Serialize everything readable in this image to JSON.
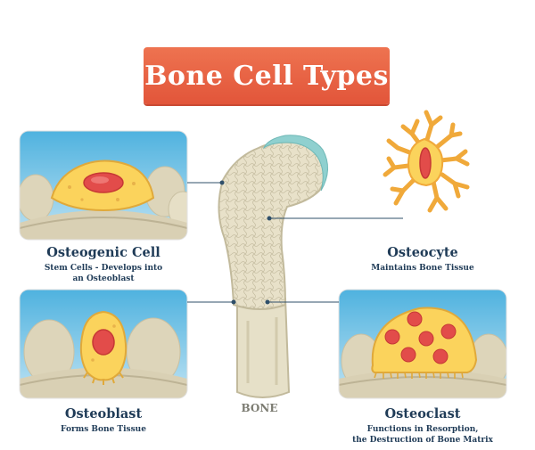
{
  "title": "Bone Cell Types",
  "bone_label": "BONE",
  "cells": [
    {
      "name": "Osteogenic Cell",
      "desc": [
        "Stem Cells - Develops into",
        "an Osteoblast"
      ]
    },
    {
      "name": "Osteocyte",
      "desc": [
        "Maintains Bone Tissue"
      ]
    },
    {
      "name": "Osteoblast",
      "desc": [
        "Forms Bone Tissue"
      ]
    },
    {
      "name": "Osteoclast",
      "desc": [
        "Functions in Resorption,",
        "the Destruction of Bone Matrix"
      ]
    }
  ],
  "colors": {
    "banner": "#e2553a",
    "label_text": "#1f3b57",
    "panel_sky": "#58b6e0",
    "bone": "#e6e0c8",
    "cell_body": "#fbd35c",
    "nucleus": "#e24c4a"
  }
}
